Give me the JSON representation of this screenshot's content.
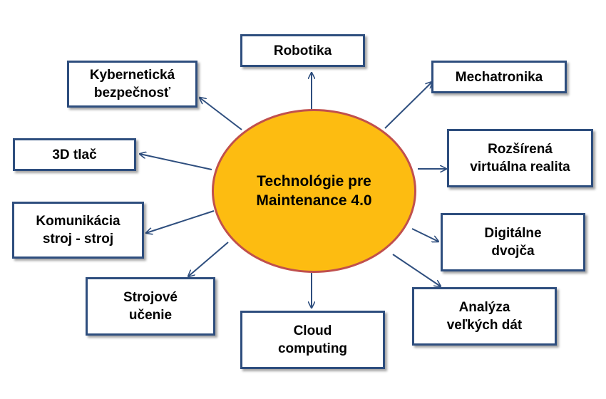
{
  "center_label": "Technológie pre\nMaintenance 4.0",
  "nodes": {
    "robotika": "Robotika",
    "mechatronika": "Mechatronika",
    "rozsirena": "Rozšírená\nvirtuálna realita",
    "digitalne": "Digitálne\ndvojča",
    "analyza": "Analýza\nveľkých dát",
    "cloud": "Cloud\ncomputing",
    "strojove": "Strojové\nučenie",
    "komunikacia": "Komunikácia\nstroj - stroj",
    "tlac3d": "3D tlač",
    "kyber": "Kybernetická\nbezpečnosť"
  },
  "colors": {
    "ellipse_fill": "#fdbc11",
    "ellipse_border": "#c0504d",
    "box_border": "#2e4e7e",
    "arrow": "#2e4e7e"
  }
}
